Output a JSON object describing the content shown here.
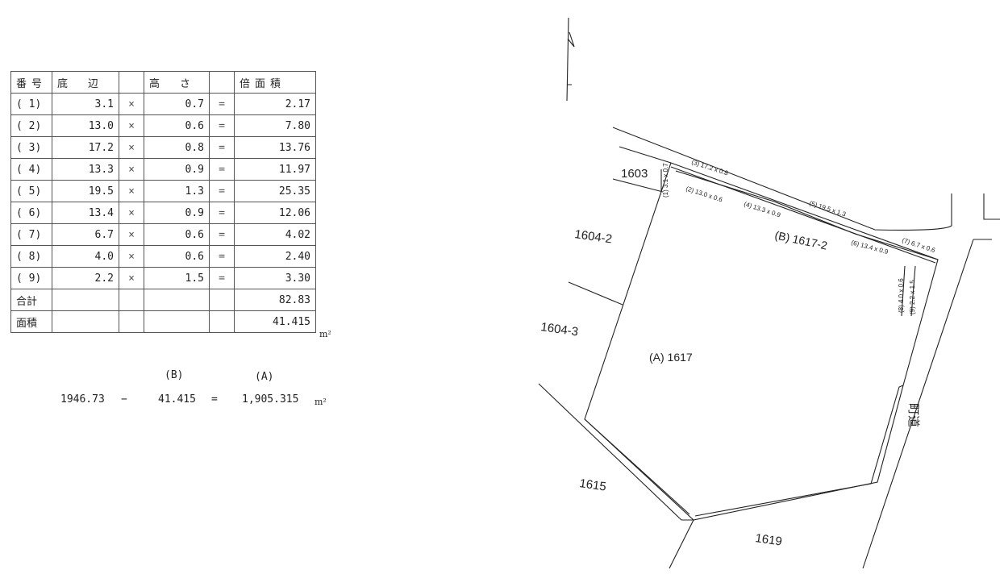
{
  "table": {
    "headers": [
      "番号",
      "底　辺",
      "",
      "高　さ",
      "",
      "倍面積"
    ],
    "rows": [
      {
        "no": "( 1)",
        "base": "3.1",
        "op": "×",
        "height": "0.7",
        "eq": "=",
        "area": "2.17"
      },
      {
        "no": "( 2)",
        "base": "13.0",
        "op": "×",
        "height": "0.6",
        "eq": "=",
        "area": "7.80"
      },
      {
        "no": "( 3)",
        "base": "17.2",
        "op": "×",
        "height": "0.8",
        "eq": "=",
        "area": "13.76"
      },
      {
        "no": "( 4)",
        "base": "13.3",
        "op": "×",
        "height": "0.9",
        "eq": "=",
        "area": "11.97"
      },
      {
        "no": "( 5)",
        "base": "19.5",
        "op": "×",
        "height": "1.3",
        "eq": "=",
        "area": "25.35"
      },
      {
        "no": "( 6)",
        "base": "13.4",
        "op": "×",
        "height": "0.9",
        "eq": "=",
        "area": "12.06"
      },
      {
        "no": "( 7)",
        "base": "6.7",
        "op": "×",
        "height": "0.6",
        "eq": "=",
        "area": "4.02"
      },
      {
        "no": "( 8)",
        "base": "4.0",
        "op": "×",
        "height": "0.6",
        "eq": "=",
        "area": "2.40"
      },
      {
        "no": "( 9)",
        "base": "2.2",
        "op": "×",
        "height": "1.5",
        "eq": "=",
        "area": "3.30"
      }
    ],
    "total_label": "合計",
    "total": "82.83",
    "area_label": "面積",
    "area": "41.415",
    "unit": "m²"
  },
  "formula": {
    "label_b": "(B)",
    "label_a": "(A)",
    "total": "1946.73",
    "minus": "−",
    "b": "41.415",
    "eq": "=",
    "a": "1,905.315",
    "unit": "m²"
  },
  "map": {
    "parcels": [
      "1603",
      "1604-2",
      "1604-3",
      "(A) 1617",
      "(B) 1617-2",
      "1615",
      "1619"
    ],
    "road": "町道",
    "segments": [
      "(1) 3.1 x 0.7",
      "(2) 13.0 x 0.6",
      "(3) 17.2 x 0.8",
      "(4) 13.3 x 0.9",
      "(5) 19.5 x 1.3",
      "(6) 13.4 x 0.9",
      "(7) 6.7 x 0.6",
      "(8) 4.0 x 0.6",
      "(9) 2.2 x 1.5"
    ]
  }
}
